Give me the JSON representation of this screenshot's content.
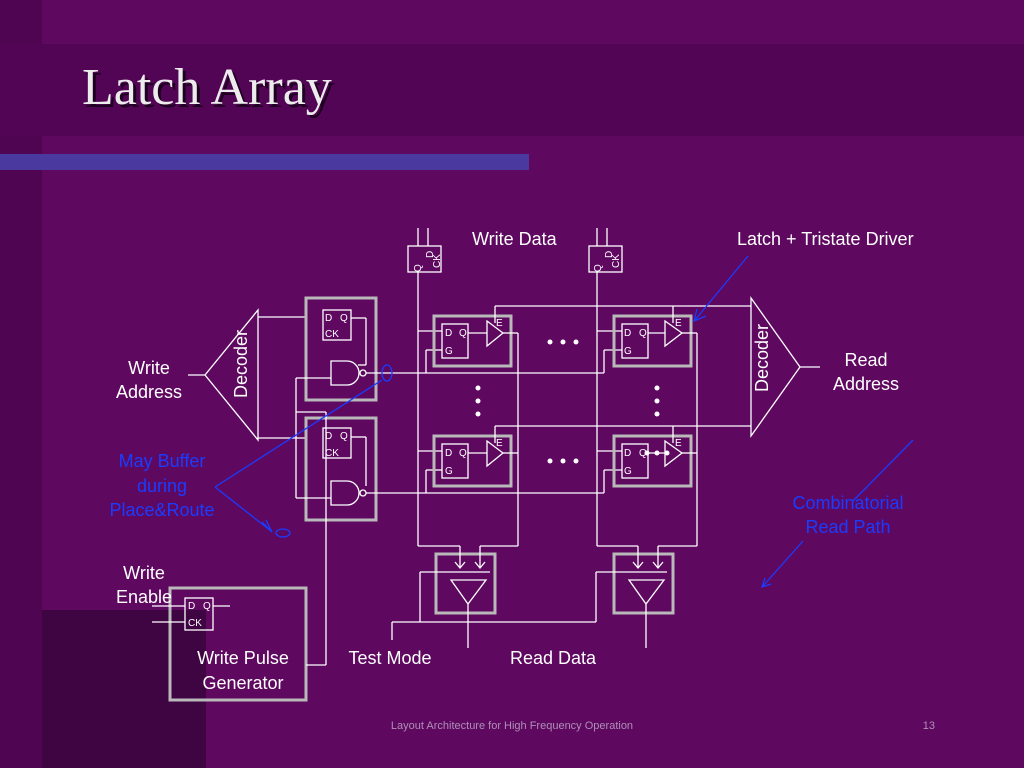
{
  "slide": {
    "title": "Latch Array",
    "footer": "Layout Architecture for High Frequency Operation",
    "page_number": "13"
  },
  "labels": {
    "write_data": "Write Data",
    "latch_tristate": "Latch + Tristate Driver",
    "write_address": [
      "Write",
      "Address"
    ],
    "read_address": [
      "Read",
      "Address"
    ],
    "decoder": "Decoder",
    "may_buffer": [
      "May Buffer",
      "during",
      "Place&Route"
    ],
    "combinatorial": [
      "Combinatorial",
      "Read Path"
    ],
    "write_enable": [
      "Write",
      "Enable"
    ],
    "write_pulse": [
      "Write Pulse",
      "Generator"
    ],
    "test_mode": "Test Mode",
    "read_data": "Read Data",
    "ellipsis": "• • •"
  },
  "pins": {
    "d": "D",
    "q": "Q",
    "ck": "CK",
    "g": "G",
    "e": "E"
  },
  "colors": {
    "background": "#5e0860",
    "accent_bar": "#4a3aa0",
    "wire": "#ffffff",
    "annotation": "#1a3cff"
  }
}
